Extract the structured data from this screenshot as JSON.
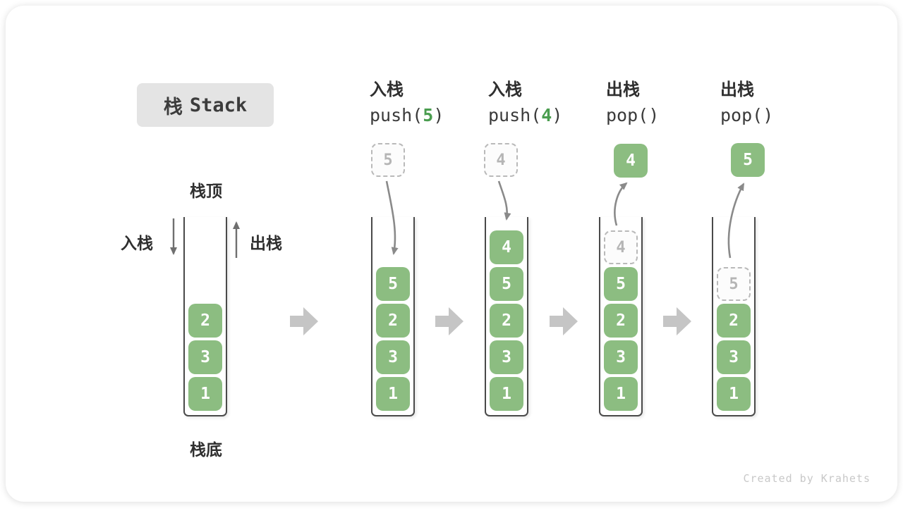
{
  "title": {
    "zh": "栈",
    "en": "Stack"
  },
  "legend": {
    "stack_top": "栈顶",
    "stack_bottom": "栈底",
    "push_side": "入栈",
    "pop_side": "出栈"
  },
  "operations": [
    {
      "label": "入栈",
      "code_pre": "push(",
      "code_arg": "5",
      "code_post": ")"
    },
    {
      "label": "入栈",
      "code_pre": "push(",
      "code_arg": "4",
      "code_post": ")"
    },
    {
      "label": "出栈",
      "code_pre": "pop(",
      "code_arg": "",
      "code_post": ")"
    },
    {
      "label": "出栈",
      "code_pre": "pop(",
      "code_arg": "",
      "code_post": ")"
    }
  ],
  "stacks": [
    {
      "name": "initial",
      "items": [
        "2",
        "3",
        "1"
      ]
    },
    {
      "name": "after-push-5",
      "floating": "5",
      "items": [
        "5",
        "2",
        "3",
        "1"
      ]
    },
    {
      "name": "after-push-4",
      "floating": "4",
      "items": [
        "4",
        "5",
        "2",
        "3",
        "1"
      ]
    },
    {
      "name": "after-pop-4",
      "floating": "4",
      "ghost": "4",
      "items": [
        "5",
        "2",
        "3",
        "1"
      ]
    },
    {
      "name": "after-pop-5",
      "floating": "5",
      "ghost": "5",
      "items": [
        "2",
        "3",
        "1"
      ]
    }
  ],
  "colors": {
    "element_green": "#8cbd81",
    "code_arg_green": "#4a9d4f",
    "transition_arrow_gray": "#c5c5c5",
    "flow_arrow_gray": "#8a8a8a",
    "badge_gray": "#e4e4e4"
  },
  "watermark": "Created by Krahets"
}
